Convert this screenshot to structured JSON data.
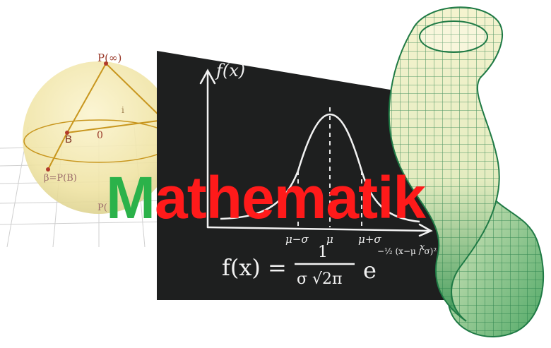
{
  "title": {
    "first_letter": "M",
    "rest": "athematik",
    "colors": {
      "first_letter": "#2bb24a",
      "rest": "#ff1a1a"
    }
  },
  "sphere": {
    "labels": {
      "top": "P(∞)",
      "point_b": "B",
      "origin": "0",
      "imag": "i",
      "beta": "β=P(B)",
      "bottom": "P("
    },
    "colors": {
      "sphere": "#f3e6a6",
      "line": "#c8961e",
      "label": "#9a3a2a"
    }
  },
  "blackboard": {
    "axis_label": "f(x)",
    "tick_labels": [
      "μ−σ",
      "μ",
      "μ+σ"
    ],
    "x_axis_label": "x",
    "formula": {
      "lhs": "f(x) =",
      "numerator": "1",
      "denominator": "σ √2π",
      "base": "e",
      "exponent": "−½ (x−μ / σ)²"
    },
    "colors": {
      "board": "#1e1f1f",
      "chalk": "#f2f2f2"
    }
  },
  "klein_bottle": {
    "colors": {
      "light": "#f5f3cf",
      "mid": "#cfe3b0",
      "dark": "#3f9a5a",
      "mesh": "#1f7a45"
    }
  }
}
